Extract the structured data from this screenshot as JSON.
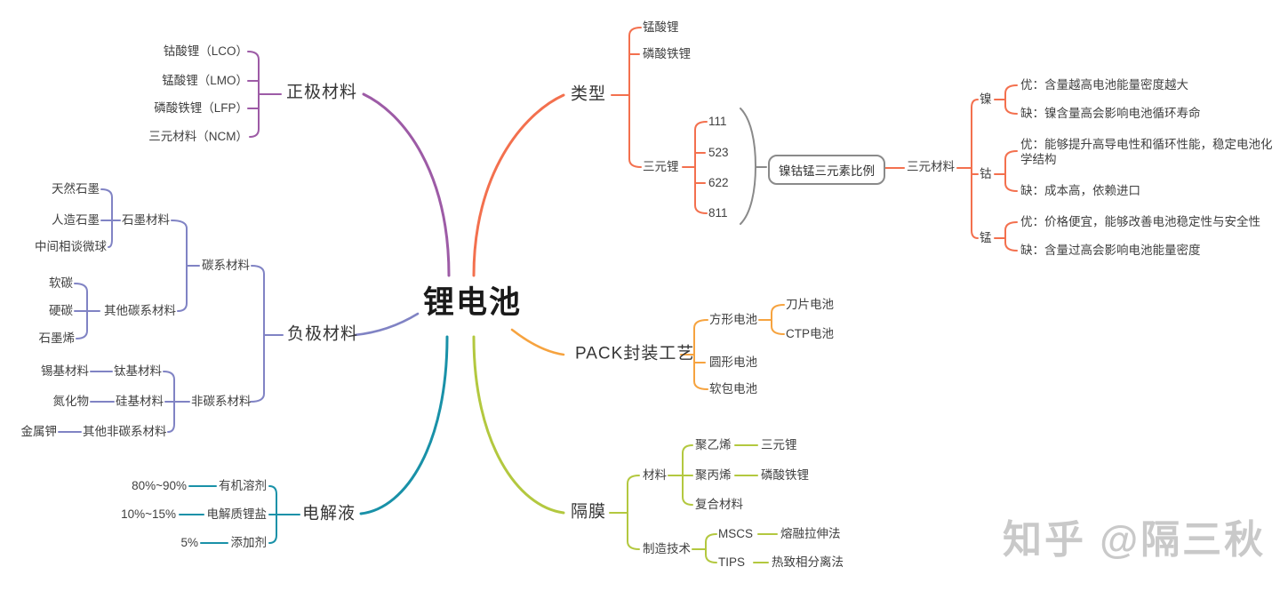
{
  "root": {
    "label": "锂电池"
  },
  "watermark": {
    "text": "知乎 @隔三秋"
  },
  "colors": {
    "cathode": "#9d5ba6",
    "anode": "#8083c4",
    "electrolyte": "#1991a8",
    "type": "#f3704e",
    "pack": "#f6a33f",
    "separator": "#b3c83f",
    "gray": "#8a8a8a"
  },
  "cathode": {
    "label": "正极材料",
    "children": [
      {
        "label": "钴酸锂（LCO）"
      },
      {
        "label": "锰酸锂（LMO）"
      },
      {
        "label": "磷酸铁锂（LFP）"
      },
      {
        "label": "三元材料（NCM）"
      }
    ]
  },
  "anode": {
    "label": "负极材料",
    "carbon": {
      "label": "碳系材料",
      "graphite": {
        "label": "石墨材料",
        "children": [
          {
            "label": "天然石墨"
          },
          {
            "label": "人造石墨"
          },
          {
            "label": "中间相谈微球"
          }
        ]
      },
      "other": {
        "label": "其他碳系材料",
        "children": [
          {
            "label": "软碳"
          },
          {
            "label": "硬碳"
          },
          {
            "label": "石墨烯"
          }
        ]
      }
    },
    "noncarbon": {
      "label": "非碳系材料",
      "children": [
        {
          "label": "钛基材料",
          "child": "锡基材料"
        },
        {
          "label": "硅基材料",
          "child": "氮化物"
        },
        {
          "label": "其他非碳系材料",
          "child": "金属钾"
        }
      ]
    }
  },
  "electrolyte": {
    "label": "电解液",
    "children": [
      {
        "label": "有机溶剂",
        "value": "80%~90%"
      },
      {
        "label": "电解质锂盐",
        "value": "10%~15%"
      },
      {
        "label": "添加剂",
        "value": "5%"
      }
    ]
  },
  "type": {
    "label": "类型",
    "children": [
      {
        "label": "锰酸锂"
      },
      {
        "label": "磷酸铁锂"
      },
      {
        "label": "三元锂"
      }
    ],
    "ratios": [
      {
        "label": "111"
      },
      {
        "label": "523"
      },
      {
        "label": "622"
      },
      {
        "label": "811"
      }
    ],
    "ratio_box": {
      "label": "镍钴锰三元素比例"
    },
    "ternary": {
      "label": "三元材料",
      "elements": [
        {
          "label": "镍",
          "pro": "优：含量越高电池能量密度越大",
          "con": "缺：镍含量高会影响电池循环寿命"
        },
        {
          "label": "钴",
          "pro": "优：能够提升高导电性和循环性能，稳定电池化学结构",
          "con": "缺：成本高，依赖进口"
        },
        {
          "label": "锰",
          "pro": "优：价格便宜，能够改善电池稳定性与安全性",
          "con": "缺：含量过高会影响电池能量密度"
        }
      ]
    }
  },
  "pack": {
    "label": "PACK封装工艺",
    "children": [
      {
        "label": "方形电池",
        "children": [
          {
            "label": "刀片电池"
          },
          {
            "label": "CTP电池"
          }
        ]
      },
      {
        "label": "圆形电池"
      },
      {
        "label": "软包电池"
      }
    ]
  },
  "separator": {
    "label": "隔膜",
    "material": {
      "label": "材料",
      "children": [
        {
          "label": "聚乙烯",
          "child": "三元锂"
        },
        {
          "label": "聚丙烯",
          "child": "磷酸铁锂"
        },
        {
          "label": "复合材料"
        }
      ]
    },
    "tech": {
      "label": "制造技术",
      "children": [
        {
          "label": "MSCS",
          "child": "熔融拉伸法"
        },
        {
          "label": "TIPS",
          "child": "热致相分离法"
        }
      ]
    }
  }
}
